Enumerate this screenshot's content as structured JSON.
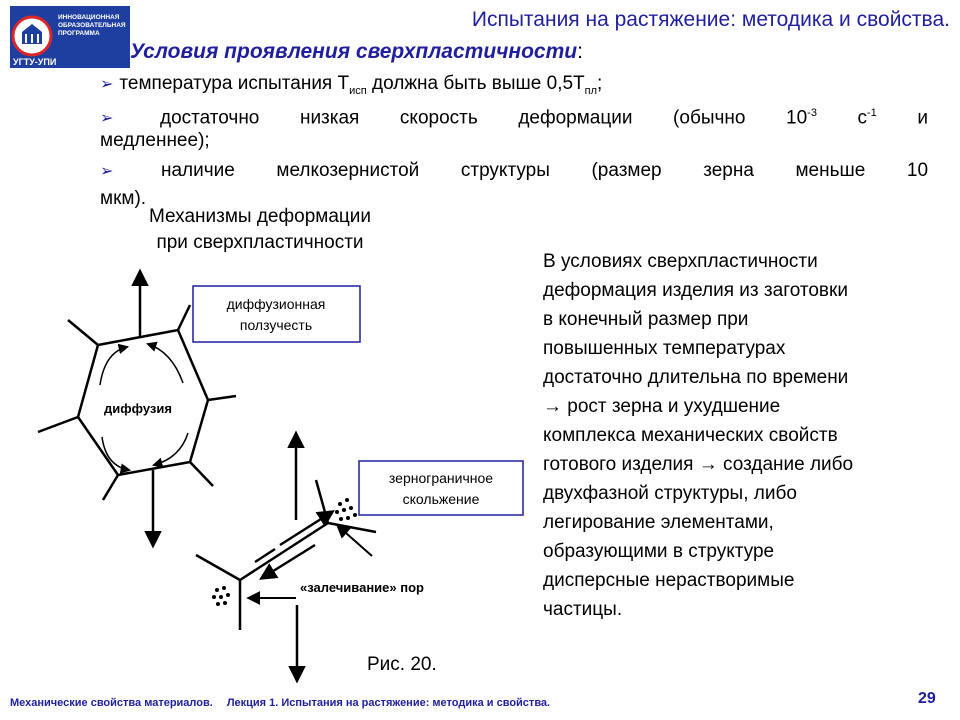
{
  "header": {
    "title": "Испытания на растяжение: методика и свойства.",
    "subtitle": "Условия проявления сверхпластичности",
    "subtitle_colon": ":"
  },
  "logo": {
    "line1": "ИННОВАЦИОННАЯ",
    "line2": "ОБРАЗОВАТЕЛЬНАЯ",
    "line3": "ПРОГРАММА",
    "badge": "УГТУ-УПИ"
  },
  "bullets": {
    "marker": "➢",
    "b1_pre": "температура испытания T",
    "b1_sub1": "исп",
    "b1_mid": " должна быть выше 0,5T",
    "b1_sub2": "пл",
    "b1_post": ";",
    "b2_pre": "достаточно низкая скорость деформации (обычно 10",
    "b2_sup1": "-3",
    "b2_mid": " с",
    "b2_sup2": "-1",
    "b2_post": " и",
    "b2_cont": "медленнее);",
    "b3_line1": "наличие мелкозернистой структуры (размер зерна меньше 10",
    "b3_cont": "мкм)."
  },
  "mechanisms": {
    "title_line1": "Механизмы деформации",
    "title_line2": "при сверхпластичности"
  },
  "figure": {
    "box1_line1": "диффузионная",
    "box1_line2": "ползучесть",
    "diffusion_label": "диффузия",
    "box2_line1": "зернограничное",
    "box2_line2": "скольжение",
    "healing_label": "«залечивание» пор",
    "caption": "Рис. 20."
  },
  "side_text": {
    "l1": "В условиях сверхпластичности",
    "l2": "деформация изделия из заготовки",
    "l3": "в конечный размер при",
    "l4": "повышенных температурах",
    "l5": "достаточно длительна по времени",
    "l6": "→ рост зерна и ухудшение",
    "l7": "комплекса механических свойств",
    "l8": "готового изделия → создание либо",
    "l9": "двухфазной структуры, либо",
    "l10": "легирование элементами,",
    "l11": "образующими в структуре",
    "l12": "дисперсные нерастворимые",
    "l13": "частицы."
  },
  "footer": {
    "course": "Механические свойства материалов.",
    "lecture": "Лекция 1. Испытания на растяжение: методика и свойства.",
    "page": "29"
  },
  "colors": {
    "title_blue": "#1f1f9e",
    "logo_blue": "#1f3fa0",
    "logo_red": "#d8262b",
    "box_border": "#1f1f9e"
  }
}
